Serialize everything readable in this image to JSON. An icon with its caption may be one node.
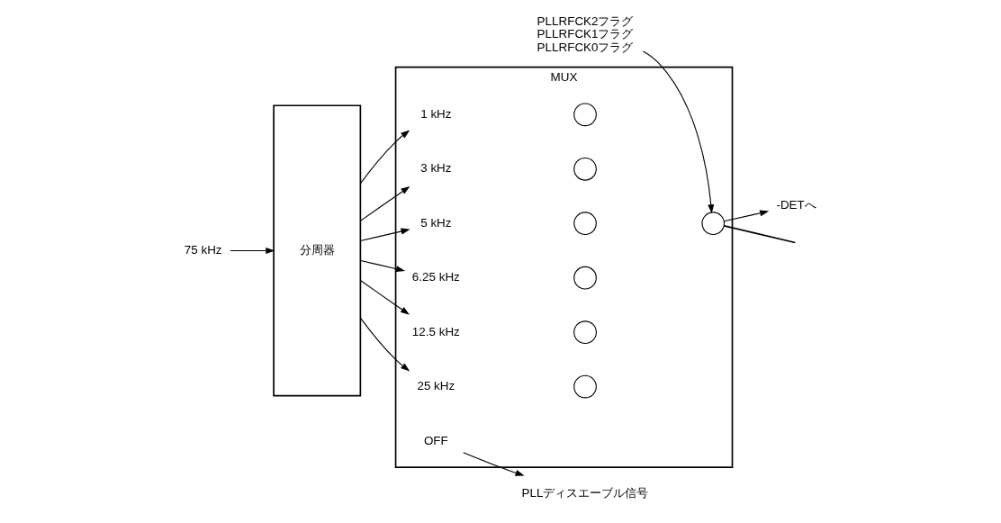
{
  "diagram": {
    "nodes": [
      {
        "text": [
          "PLLRFCK2フラグ",
          "PLLRFCK1フラグ",
          "PLLRFCK0フラグ"
        ]
      },
      {
        "text": [
          "75 kHz"
        ]
      },
      {
        "text": [
          "分周器"
        ]
      },
      {
        "text": [
          "MUX"
        ]
      },
      {
        "text": [
          "1 kHz"
        ],
        "in": 3
      },
      {
        "text": [],
        "shape": "circle",
        "in": 3
      },
      {
        "text": [
          "3 kHz"
        ],
        "in": 3
      },
      {
        "text": [],
        "shape": "circle",
        "in": 3
      },
      {
        "text": [
          "5 kHz"
        ],
        "in": 3
      },
      {
        "text": [],
        "shape": "circle",
        "in": 3
      },
      {
        "text": [
          "6.25 kHz"
        ],
        "in": 3
      },
      {
        "text": [],
        "shape": "circle",
        "in": 3
      },
      {
        "text": [
          "12.5 kHz"
        ],
        "in": 3
      },
      {
        "text": [],
        "shape": "circle",
        "in": 3
      },
      {
        "text": [
          "25 kHz"
        ],
        "in": 3
      },
      {
        "text": [],
        "shape": "circle",
        "in": 3
      },
      {
        "text": [],
        "shape": "circle",
        "in": 3
      },
      {
        "text": [
          "OFF"
        ],
        "in": 3
      },
      {
        "text": [
          "-DETへ"
        ]
      },
      {
        "text": [
          "PLLディスエーブル信号"
        ]
      }
    ],
    "edges": [
      {
        "from": 1,
        "to": 2,
        "arrow": "to"
      },
      {
        "from": 2,
        "to": 4,
        "arrow": "to"
      },
      {
        "from": 2,
        "to": 6,
        "arrow": "to"
      },
      {
        "from": 2,
        "to": 8,
        "arrow": "to"
      },
      {
        "from": 2,
        "to": 10,
        "arrow": "to"
      },
      {
        "from": 2,
        "to": 12,
        "arrow": "to"
      },
      {
        "from": 2,
        "to": 14,
        "arrow": "to"
      },
      {
        "from": 0,
        "to": 16,
        "arrow": "to"
      },
      {
        "from": 16,
        "to": 18,
        "arrow": "to"
      },
      {
        "from": 16,
        "to": null,
        "arrow": "none"
      },
      {
        "from": 17,
        "to": 19,
        "arrow": "to"
      }
    ]
  }
}
